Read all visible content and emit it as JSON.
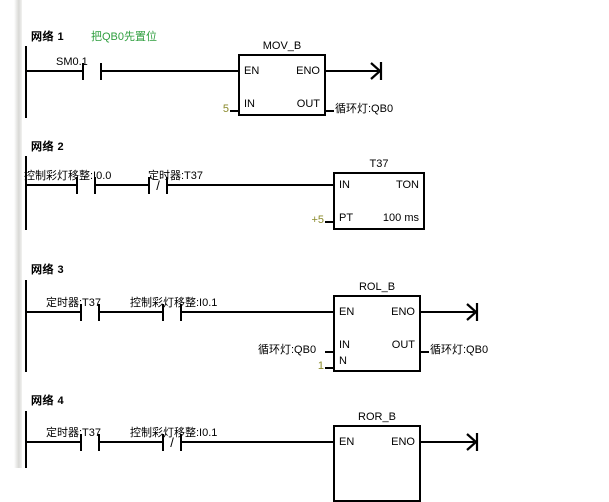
{
  "document": {
    "type": "ladder-logic-diagram",
    "language": "LAD",
    "comment_color": "#2e9e3e",
    "param_color": "#8a8a2b",
    "wire_color": "#000000"
  },
  "networks": [
    {
      "id": "network-1",
      "label": "网络 1",
      "comment": "把QB0先置位",
      "contacts": [
        {
          "name": "contact-sm01",
          "operand": "SM0.1",
          "type": "normally-open"
        }
      ],
      "block": {
        "name": "mov-b-block",
        "title": "MOV_B",
        "pins": {
          "en": "EN",
          "eno": "ENO",
          "in": "IN",
          "out": "OUT"
        },
        "in_value": "5",
        "out_value": "循环灯:QB0"
      },
      "terminator": "arrow"
    },
    {
      "id": "network-2",
      "label": "网络 2",
      "comment": "",
      "contacts": [
        {
          "name": "contact-i00",
          "operand": "控制彩灯移整:I0.0",
          "type": "normally-open"
        },
        {
          "name": "contact-t37-nc",
          "operand": "定时器:T37",
          "type": "normally-closed"
        }
      ],
      "block": {
        "name": "ton-timer-block",
        "title": "T37",
        "pins": {
          "en": "IN",
          "eno": "TON",
          "in": "PT",
          "out": "100 ms"
        },
        "in_value": "+5",
        "out_value": ""
      },
      "terminator": "none"
    },
    {
      "id": "network-3",
      "label": "网络 3",
      "comment": "",
      "contacts": [
        {
          "name": "contact-t37",
          "operand": "定时器:T37",
          "type": "normally-open"
        },
        {
          "name": "contact-i01",
          "operand": "控制彩灯移整:I0.1",
          "type": "normally-open"
        }
      ],
      "block": {
        "name": "rol-b-block",
        "title": "ROL_B",
        "pins": {
          "en": "EN",
          "eno": "ENO",
          "in": "IN",
          "out": "OUT",
          "n": "N"
        },
        "in_symbol": "循环灯:QB0",
        "n_value": "1",
        "out_value": "循环灯:QB0"
      },
      "terminator": "arrow"
    },
    {
      "id": "network-4",
      "label": "网络 4",
      "comment": "",
      "contacts": [
        {
          "name": "contact-t37-2",
          "operand": "定时器:T37",
          "type": "normally-open"
        },
        {
          "name": "contact-i01-nc",
          "operand": "控制彩灯移整:I0.1",
          "type": "normally-closed"
        }
      ],
      "block": {
        "name": "ror-b-block",
        "title": "ROR_B",
        "pins": {
          "en": "EN",
          "eno": "ENO"
        }
      },
      "terminator": "arrow"
    }
  ],
  "glyphs": {
    "nc_slash": "/"
  }
}
